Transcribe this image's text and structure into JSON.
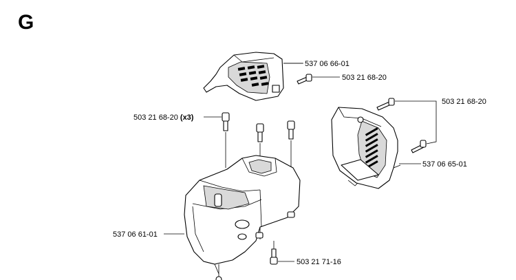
{
  "section_letter": "G",
  "callouts": {
    "top_cover": "537 06 66-01",
    "top_cover_screw": "503 21 68-20",
    "housing_screws": "503 21 68-20",
    "housing_screws_qty": "(x3)",
    "right_cover_screws": "503 21 68-20",
    "right_cover": "537 06 65-01",
    "housing": "537 06 61-01",
    "bottom_screw": "503 21 71-16"
  }
}
